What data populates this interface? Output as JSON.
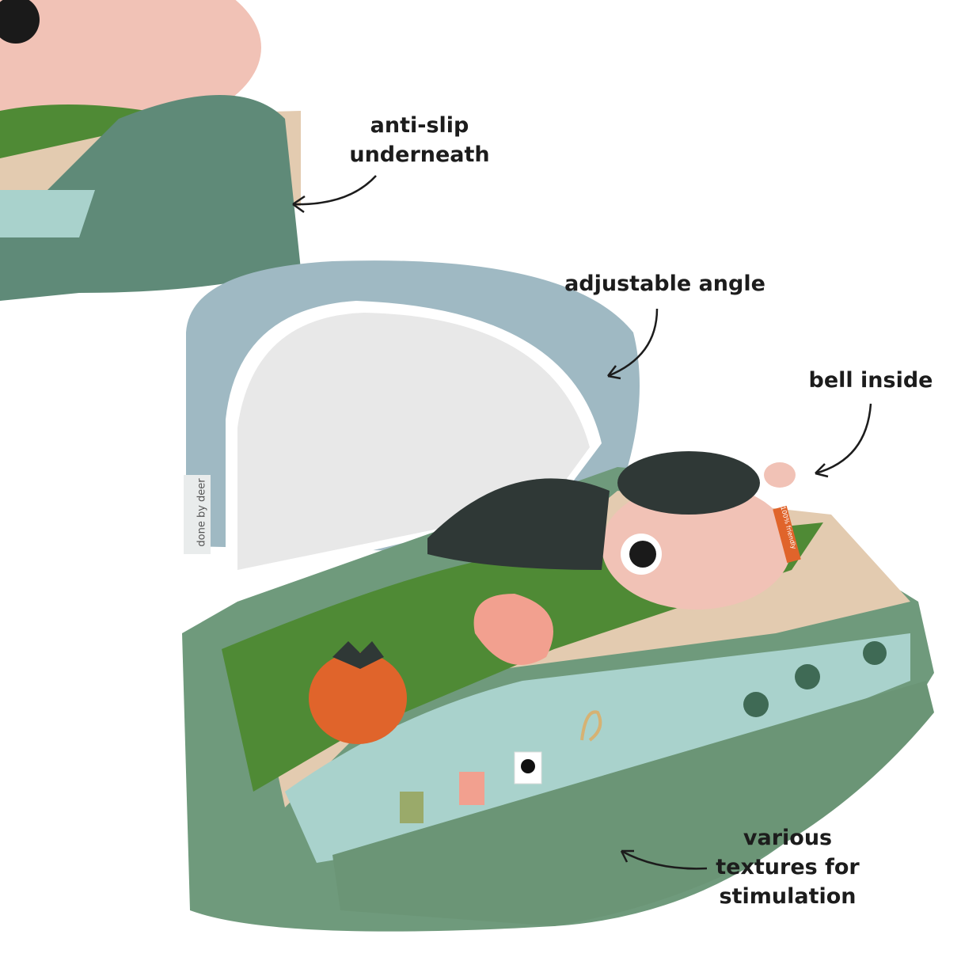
{
  "callouts": {
    "anti_slip": [
      "anti-slip",
      "underneath"
    ],
    "adjustable": "adjustable angle",
    "bell": "bell inside",
    "textures": [
      "various",
      "textures for",
      "stimulation"
    ]
  },
  "brand_logo": "done by deer",
  "tag_text": "100% friendly",
  "colors": {
    "mat_green": "#6f9a7c",
    "mirror_frame": "#9fb9c3",
    "pig_pink": "#f1c2b6",
    "grass": "#4f8a35",
    "sand": "#e3cbb0",
    "water": "#a9d2cc",
    "carrot": "#e0642b"
  }
}
